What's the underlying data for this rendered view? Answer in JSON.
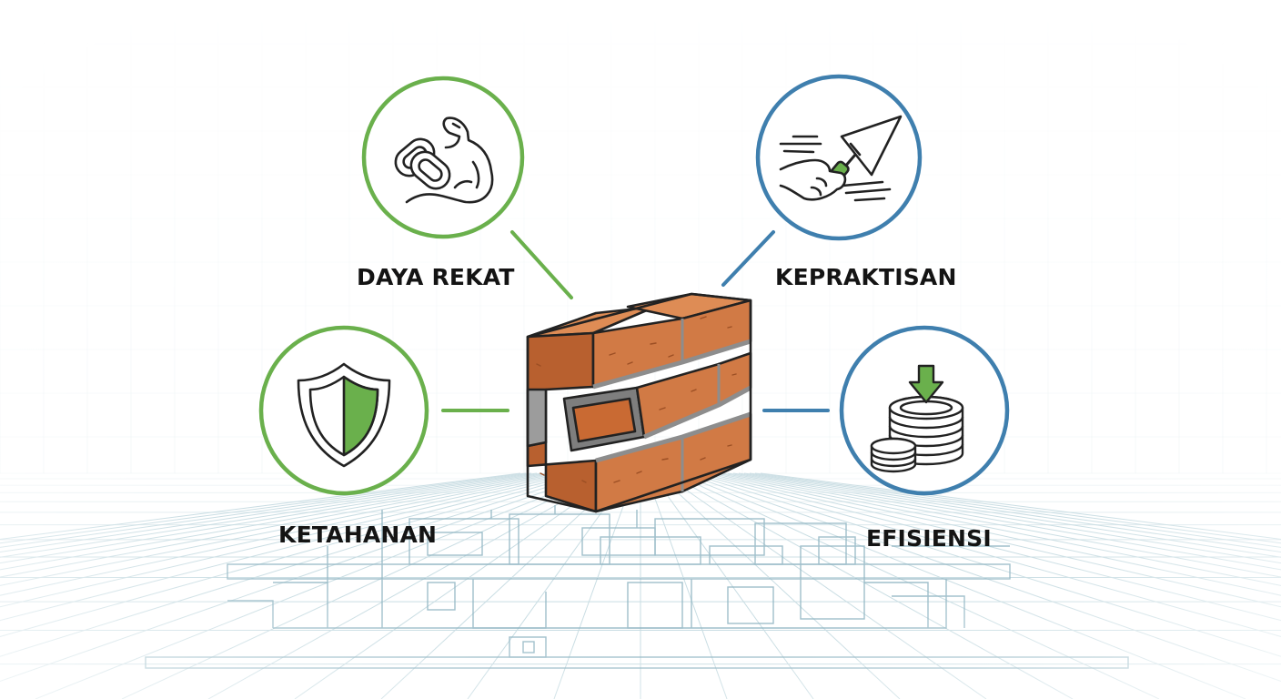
{
  "nodes": [
    {
      "id": "daya-rekat",
      "label": "DAYA REKAT",
      "icon": "chain-link-bicep-icon",
      "ring": "green"
    },
    {
      "id": "kepraktisan",
      "label": "KEPRAKTISAN",
      "icon": "trowel-hand-icon",
      "ring": "blue"
    },
    {
      "id": "ketahanan",
      "label": "KETAHANAN",
      "icon": "shield-icon",
      "ring": "green"
    },
    {
      "id": "efisiensi",
      "label": "EFISIENSI",
      "icon": "coin-stack-down-arrow-icon",
      "ring": "blue"
    }
  ],
  "center_icon": "brick-wall-icon",
  "colors": {
    "green": "#6ab04c",
    "blue": "#3f7fae",
    "brick": "#d17a45",
    "brick_top": "#de8c55",
    "brick_side": "#b8602f",
    "mortar": "#8d8d8d",
    "outline": "#222222",
    "grid": "#c9dde3",
    "blueprint": "#8fb5c2"
  }
}
